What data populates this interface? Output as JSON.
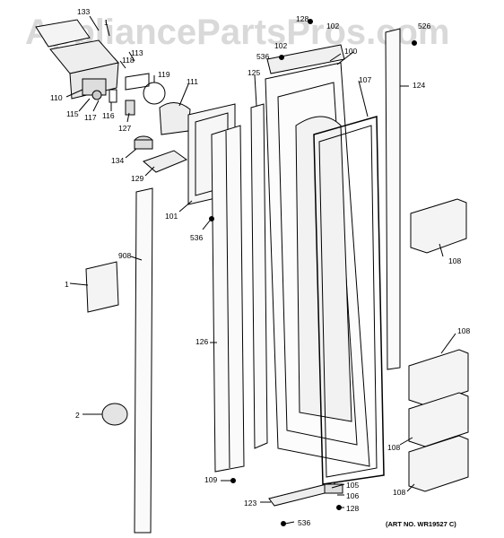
{
  "watermark": "AppliancePartsPros.com",
  "art_number": "(ART NO. WR19527 C)",
  "callouts": {
    "c133": "133",
    "c1a": "1",
    "c118": "118",
    "c113": "113",
    "c119": "119",
    "c111": "111",
    "c110": "110",
    "c115": "115",
    "c117": "117",
    "c116": "116",
    "c127": "127",
    "c134": "134",
    "c129": "129",
    "c101": "101",
    "c536a": "536",
    "c125": "125",
    "c128a": "128",
    "c102a": "102",
    "c102b": "102",
    "c536b": "536",
    "c100": "100",
    "c526": "526",
    "c107": "107",
    "c124": "124",
    "c908": "908",
    "c1b": "1",
    "c108a": "108",
    "c126": "126",
    "c108b": "108",
    "c2": "2",
    "c108c": "108",
    "c108d": "108",
    "c109": "109",
    "c105": "105",
    "c106": "106",
    "c123": "123",
    "c128b": "128",
    "c536c": "536"
  }
}
